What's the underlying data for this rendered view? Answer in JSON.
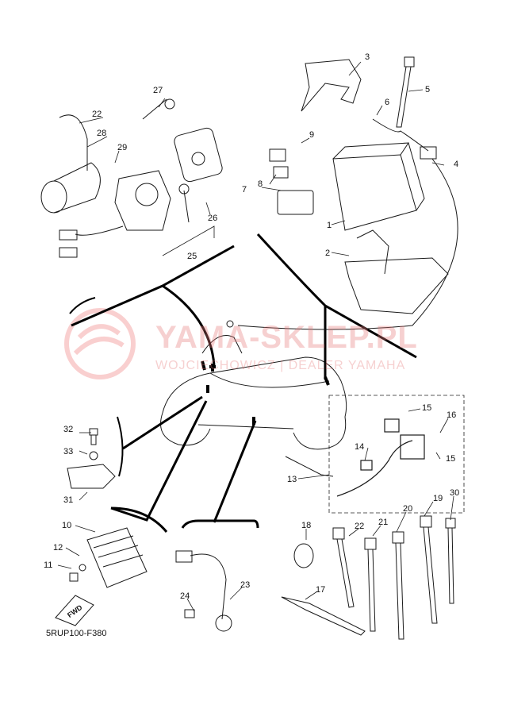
{
  "watermark": {
    "title": "YAMA-SKLEP.PL",
    "subtitle": "WOJCIECHOWICZ | DEALER YAMAHA"
  },
  "diagram_code": "5RUP100-F380",
  "fwd_label": "FWD",
  "callouts": {
    "c1": "1",
    "c2": "2",
    "c3": "3",
    "c4": "4",
    "c5": "5",
    "c6": "6",
    "c7": "7",
    "c8": "8",
    "c9": "9",
    "c10": "10",
    "c11": "11",
    "c12": "12",
    "c13": "13",
    "c14": "14",
    "c15a": "15",
    "c15b": "15",
    "c16": "16",
    "c17": "17",
    "c18": "18",
    "c19": "19",
    "c20": "20",
    "c21": "21",
    "c22a": "22",
    "c22b": "22",
    "c23": "23",
    "c24": "24",
    "c25": "25",
    "c26": "26",
    "c27": "27",
    "c28": "28",
    "c29": "29",
    "c30": "30",
    "c31": "31",
    "c32": "32",
    "c33": "33"
  },
  "colors": {
    "line": "#1a1a1a",
    "watermark": "#e88"
  }
}
